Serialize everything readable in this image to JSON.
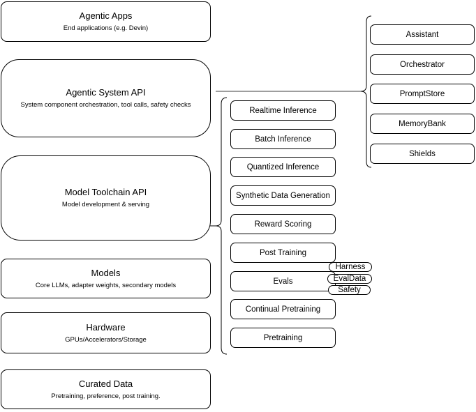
{
  "left_stack": [
    {
      "title": "Agentic Apps",
      "subtitle": "End applications (e.g. Devin)"
    },
    {
      "title": "Agentic System API",
      "subtitle": "System component orchestration, tool calls, safety checks"
    },
    {
      "title": "Model Toolchain API",
      "subtitle": "Model development & serving"
    },
    {
      "title": "Models",
      "subtitle": "Core LLMs, adapter weights, secondary models"
    },
    {
      "title": "Hardware",
      "subtitle": "GPUs/Accelerators/Storage"
    },
    {
      "title": "Curated Data",
      "subtitle": "Pretraining, preference, post training."
    }
  ],
  "toolchain": {
    "items": [
      "Realtime Inference",
      "Batch Inference",
      "Quantized Inference",
      "Synthetic Data Generation",
      "Reward Scoring",
      "Post Training",
      "Evals",
      "Continual Pretraining",
      "Pretraining"
    ]
  },
  "evals_tags": [
    "Harness",
    "EvalData",
    "Safety"
  ],
  "system_components": {
    "items": [
      "Assistant",
      "Orchestrator",
      "PromptStore",
      "MemoryBank",
      "Shields"
    ]
  },
  "colors": {
    "stroke": "#000000",
    "node_fill": "#ffffff",
    "background": "#ffffff",
    "text": "#000000"
  }
}
